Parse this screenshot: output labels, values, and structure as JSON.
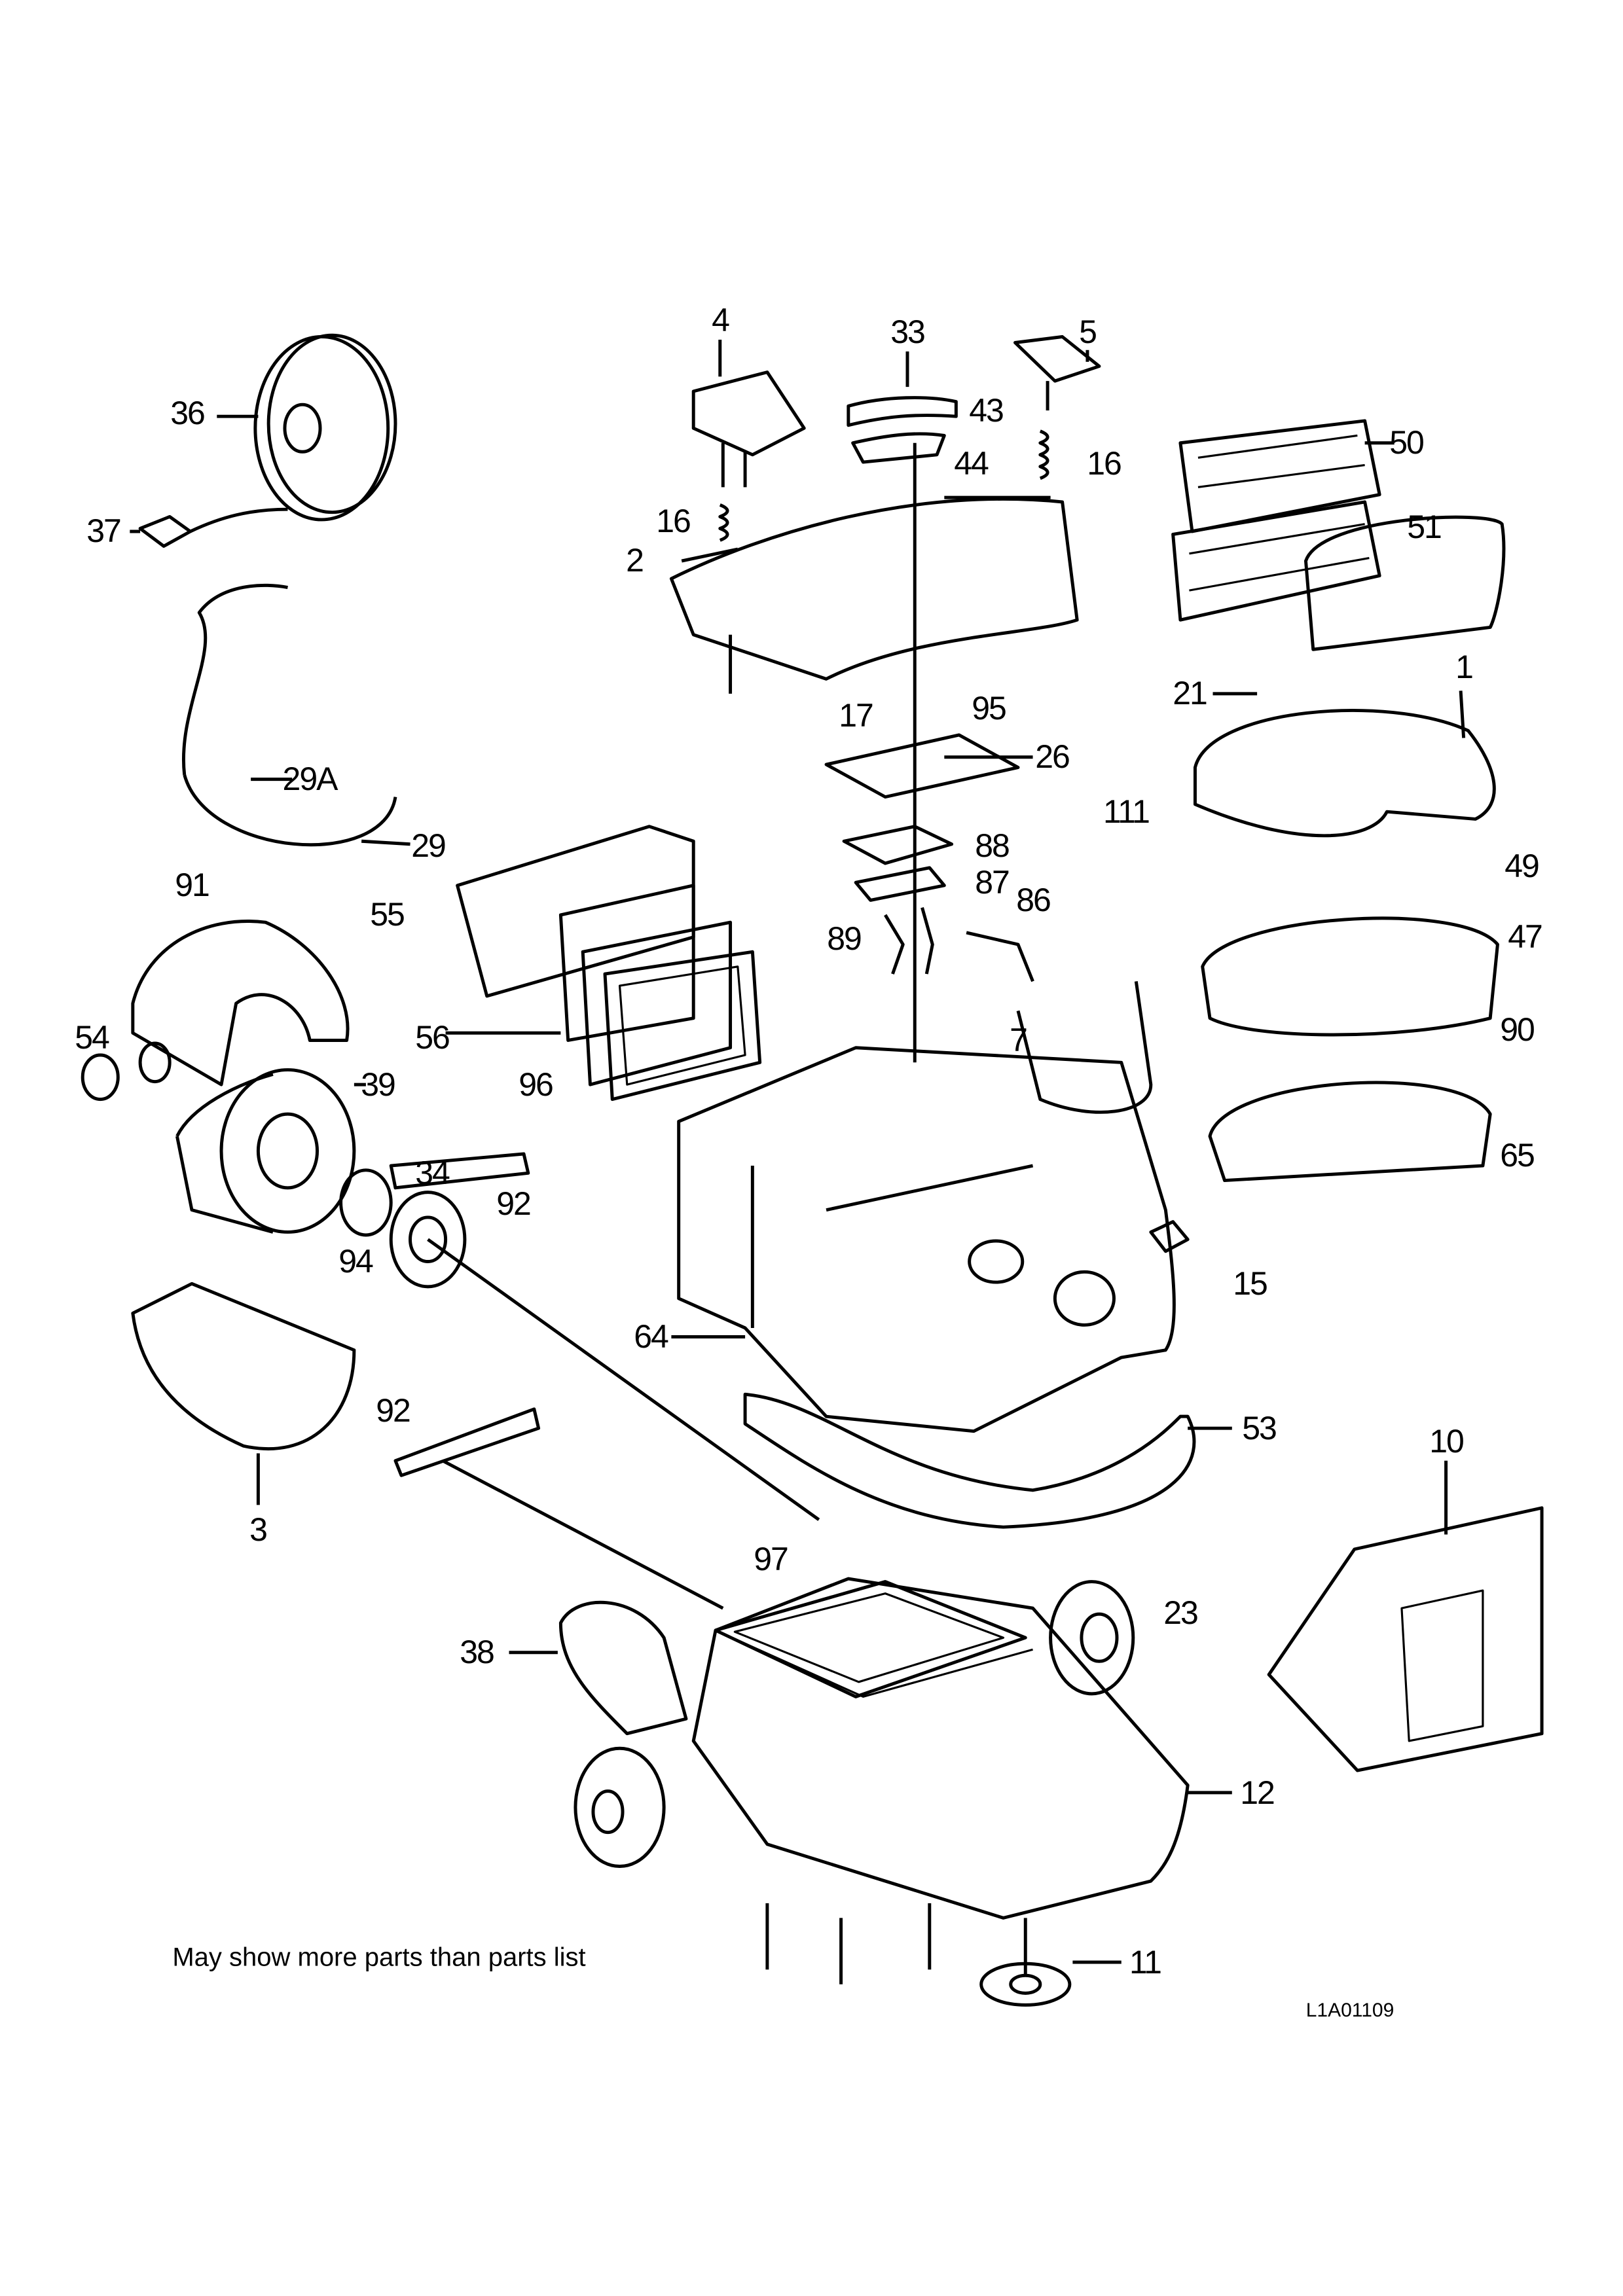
{
  "diagram": {
    "part_labels": [
      "4",
      "33",
      "5",
      "43",
      "44",
      "16",
      "16",
      "2",
      "36",
      "37",
      "50",
      "51",
      "21",
      "1",
      "17",
      "95",
      "26",
      "111",
      "29A",
      "29",
      "91",
      "55",
      "88",
      "87",
      "86",
      "89",
      "49",
      "47",
      "90",
      "56",
      "7",
      "96",
      "54",
      "39",
      "92",
      "34",
      "94",
      "65",
      "15",
      "64",
      "53",
      "92",
      "3",
      "10",
      "97",
      "23",
      "38",
      "12",
      "11"
    ],
    "note": "May show more parts than parts list",
    "drawing_code": "L1A01109"
  }
}
